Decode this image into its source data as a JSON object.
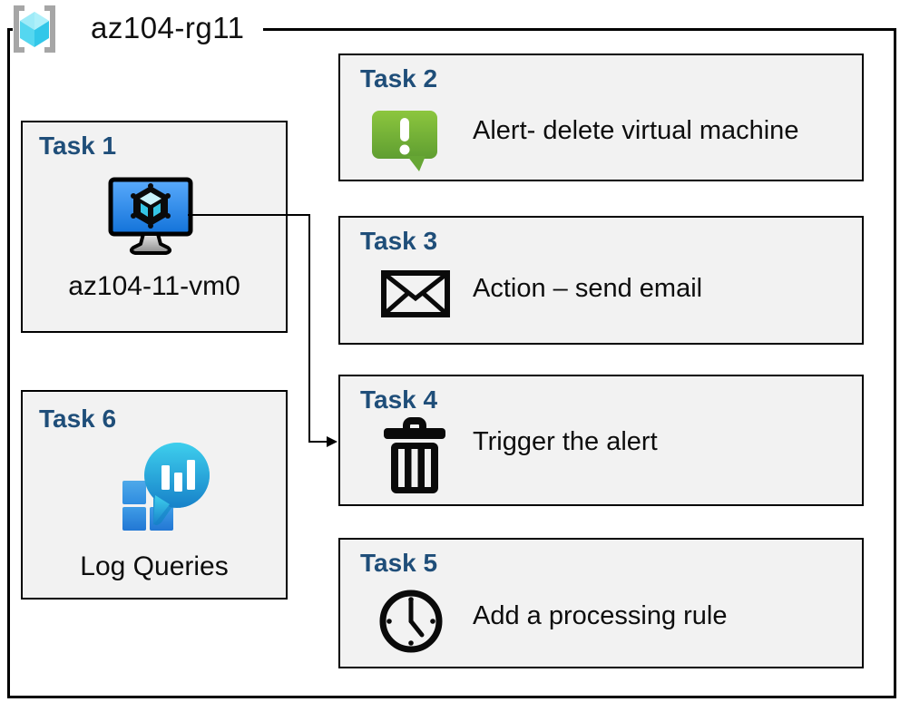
{
  "header": {
    "resource_group_name": "az104-rg11",
    "icon": "resource-group-icon"
  },
  "tasks": [
    {
      "title": "Task 1",
      "label": "az104-11-vm0",
      "icon": "virtual-machine-icon"
    },
    {
      "title": "Task 2",
      "label": "Alert- delete virtual machine",
      "icon": "alert-icon"
    },
    {
      "title": "Task 3",
      "label": "Action – send email",
      "icon": "email-icon"
    },
    {
      "title": "Task 4",
      "label": "Trigger the alert",
      "icon": "trash-icon"
    },
    {
      "title": "Task 5",
      "label": "Add a processing rule",
      "icon": "clock-icon"
    },
    {
      "title": "Task 6",
      "label": "Log Queries",
      "icon": "log-analytics-icon"
    }
  ],
  "connector": {
    "from": "Task 1",
    "to": "Task 4"
  },
  "colors": {
    "task_title_blue": "#1f4e79",
    "box_fill": "#f2f2f2",
    "box_border": "#000000",
    "alert_green_top": "#8cc63e",
    "alert_green_bottom": "#5f9e31",
    "vm_screen_top": "#5aabfc",
    "vm_screen_bottom": "#1272d9",
    "log_balloon_top": "#3ecfed",
    "log_balloon_bottom": "#1781c9",
    "log_square_blue": "#2e8ce0",
    "rg_cube_cyan": "#4fd5ef",
    "bracket_gray": "#a6a6a6"
  }
}
